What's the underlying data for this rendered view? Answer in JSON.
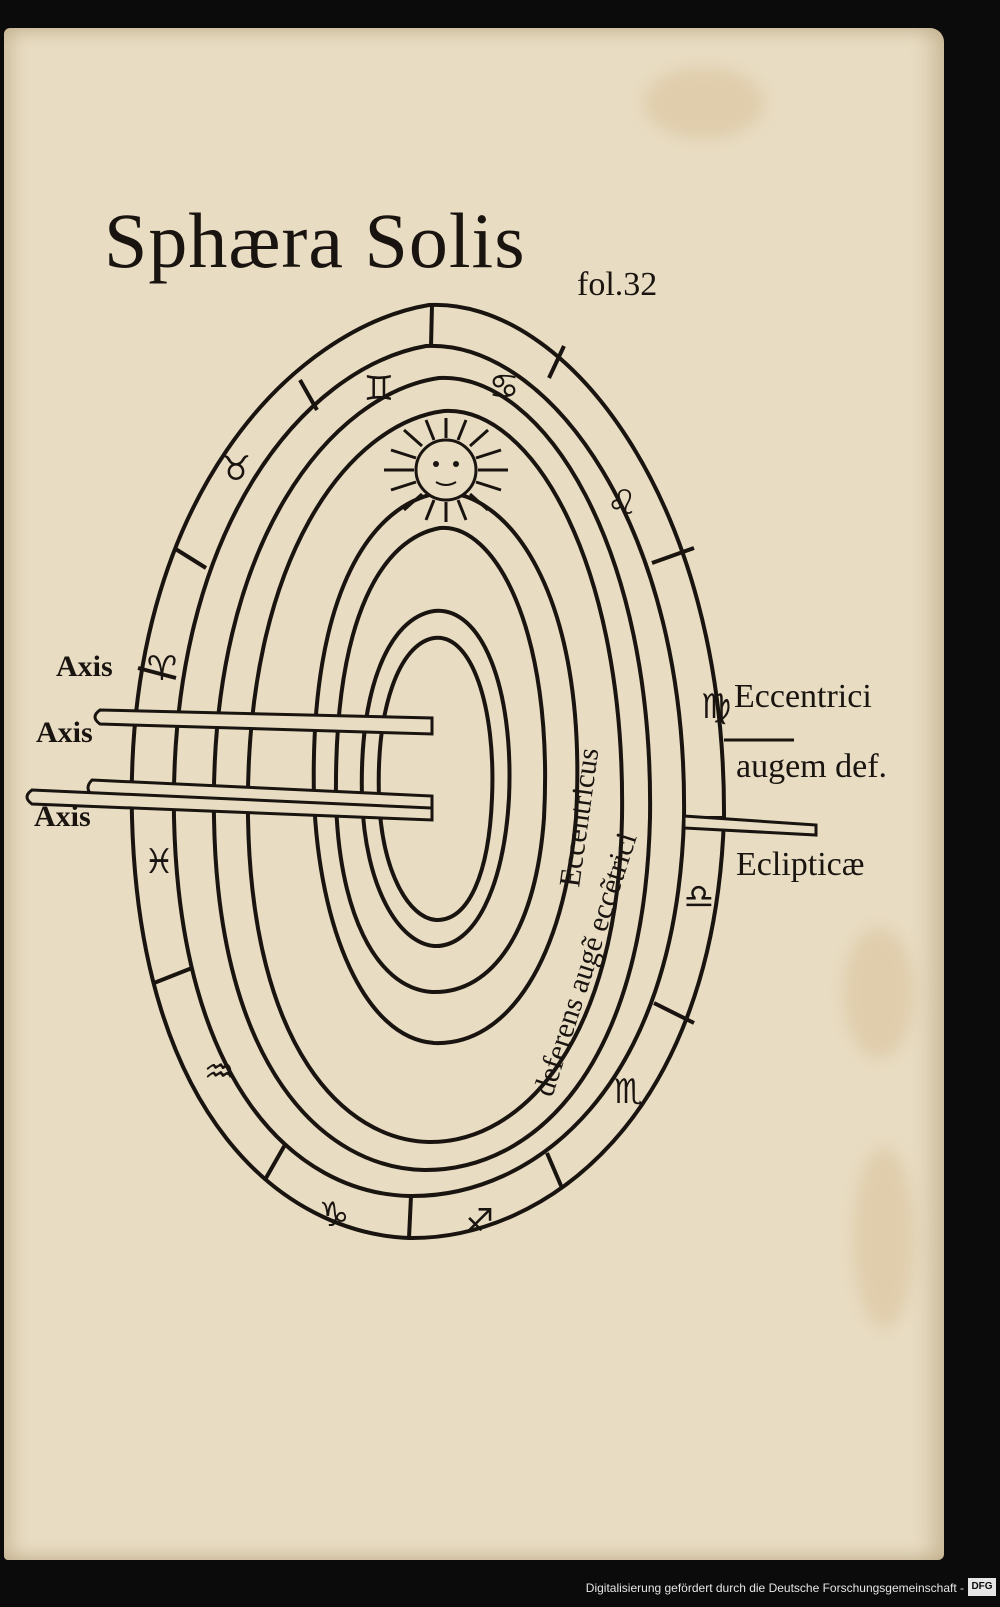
{
  "page": {
    "title": "Sphæra Solis",
    "folio": "fol.32"
  },
  "diagram": {
    "labels": {
      "axis_1": "Axis",
      "axis_2": "Axis",
      "axis_3": "Axis",
      "eccentrici": "Eccentrici",
      "augem_def": "augem def.",
      "eclipticae": "Eclipticæ",
      "eccentricus": "Eccentricus",
      "deferens": "deferens augẽ eccẽtrici"
    },
    "zodiac_signs": [
      "♊",
      "♋",
      "♌",
      "♍",
      "♎",
      "♏",
      "♐",
      "♑",
      "♒",
      "♓",
      "♈",
      "♉"
    ],
    "sun_icon": "sun-face-icon"
  },
  "footer": {
    "text": "Digitalisierung gefördert durch die Deutsche Forschungsgemeinschaft -",
    "logo": "DFG"
  }
}
